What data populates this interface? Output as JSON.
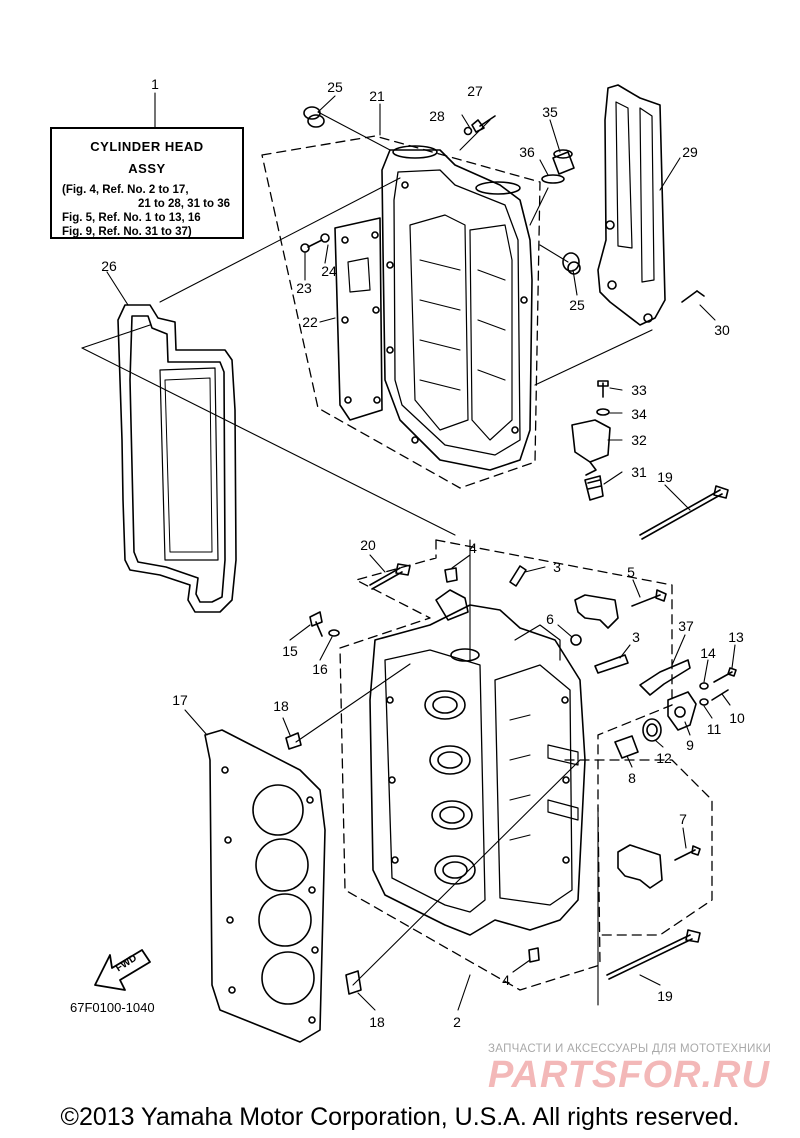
{
  "assy_box": {
    "title": "CYLINDER HEAD",
    "subtitle": "ASSY",
    "refs": [
      "(Fig. 4, Ref. No. 2 to 17,",
      "21 to 28, 31 to 36",
      "Fig. 5, Ref. No. 1 to 13, 16",
      "Fig. 9, Ref. No. 31 to 37)"
    ]
  },
  "callouts": [
    {
      "id": "c1",
      "label": "1"
    },
    {
      "id": "c25a",
      "label": "25"
    },
    {
      "id": "c21",
      "label": "21"
    },
    {
      "id": "c27",
      "label": "27"
    },
    {
      "id": "c28",
      "label": "28"
    },
    {
      "id": "c35",
      "label": "35"
    },
    {
      "id": "c36",
      "label": "36"
    },
    {
      "id": "c29",
      "label": "29"
    },
    {
      "id": "c26",
      "label": "26"
    },
    {
      "id": "c24",
      "label": "24"
    },
    {
      "id": "c23",
      "label": "23"
    },
    {
      "id": "c25b",
      "label": "25"
    },
    {
      "id": "c22",
      "label": "22"
    },
    {
      "id": "c30",
      "label": "30"
    },
    {
      "id": "c33",
      "label": "33"
    },
    {
      "id": "c34",
      "label": "34"
    },
    {
      "id": "c32",
      "label": "32"
    },
    {
      "id": "c31",
      "label": "31"
    },
    {
      "id": "c19a",
      "label": "19"
    },
    {
      "id": "c20",
      "label": "20"
    },
    {
      "id": "c4a",
      "label": "4"
    },
    {
      "id": "c3a",
      "label": "3"
    },
    {
      "id": "c5",
      "label": "5"
    },
    {
      "id": "c6",
      "label": "6"
    },
    {
      "id": "c3b",
      "label": "3"
    },
    {
      "id": "c37",
      "label": "37"
    },
    {
      "id": "c13",
      "label": "13"
    },
    {
      "id": "c14",
      "label": "14"
    },
    {
      "id": "c15",
      "label": "15"
    },
    {
      "id": "c16",
      "label": "16"
    },
    {
      "id": "c10",
      "label": "10"
    },
    {
      "id": "c11",
      "label": "11"
    },
    {
      "id": "c9",
      "label": "9"
    },
    {
      "id": "c12",
      "label": "12"
    },
    {
      "id": "c8",
      "label": "8"
    },
    {
      "id": "c17",
      "label": "17"
    },
    {
      "id": "c18a",
      "label": "18"
    },
    {
      "id": "c7",
      "label": "7"
    },
    {
      "id": "c4b",
      "label": "4"
    },
    {
      "id": "c19b",
      "label": "19"
    },
    {
      "id": "c2",
      "label": "2"
    },
    {
      "id": "c18b",
      "label": "18"
    }
  ],
  "fwd_label": "FWD",
  "figure_code": "67F0100-1040",
  "watermark": {
    "top_text": "ЗАПЧАСТИ И АКСЕССУАРЫ ДЛЯ МОТОТЕХНИКИ",
    "logo_text": "PARTSFOR.RU"
  },
  "copyright": "©2013 Yamaha Motor Corporation, U.S.A. All rights reserved."
}
